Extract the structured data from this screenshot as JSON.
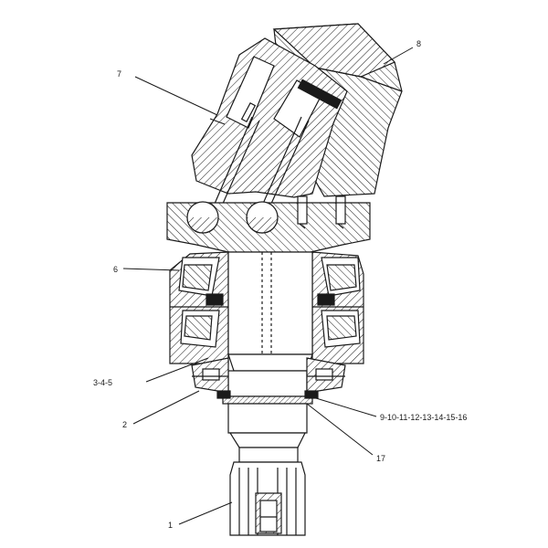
{
  "callouts": {
    "c1": "1",
    "c2": "2",
    "c345": "3-4-5",
    "c6": "6",
    "c7": "7",
    "c8": "8",
    "c9to16": "9-10-11-12-13-14-15-16",
    "c17": "17"
  },
  "colors": {
    "line": "#1a1a1a",
    "fill": "#ffffff"
  }
}
